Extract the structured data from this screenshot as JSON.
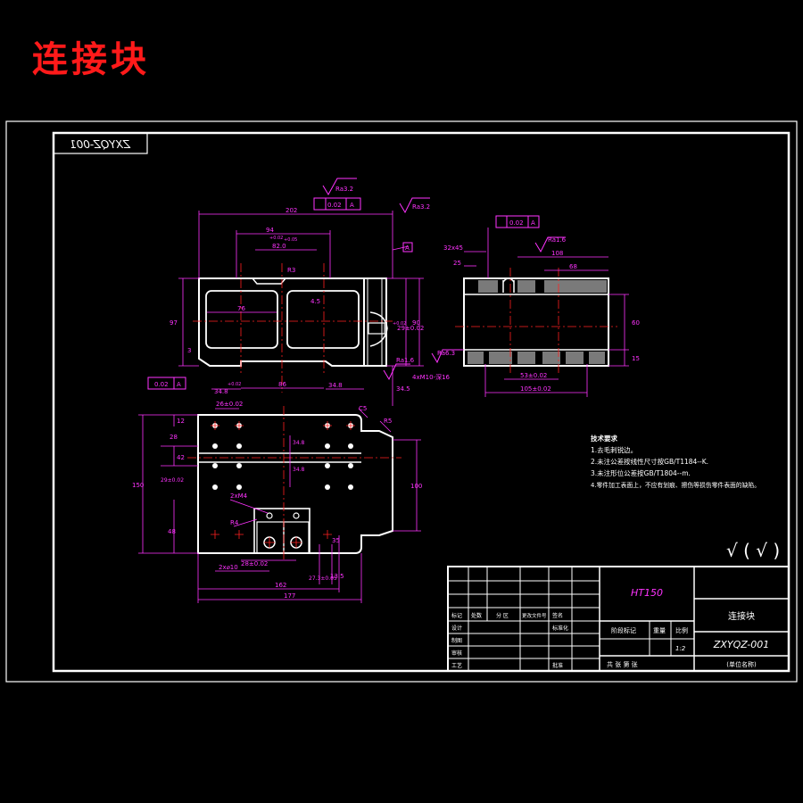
{
  "title": "连接块",
  "sheet": {
    "code_mirrored": "ZXYQZ-001"
  },
  "views": {
    "front": {
      "dims": [
        "202",
        "94",
        "82.0",
        "R3",
        "76",
        "4.5",
        "97",
        "3",
        "86",
        "34.8",
        "34.8",
        "29±0.02",
        "90",
        "34.5",
        "4xM10-深16",
        "Ra3.2",
        "Ra3.2",
        "Ra1.6",
        "0.02",
        "A",
        "A",
        "0.02",
        "A",
        "+0.02",
        "+0.05",
        "+0.02",
        "+0.02"
      ]
    },
    "side": {
      "dims": [
        "0.02",
        "A",
        "Ra1.6",
        "32x45",
        "108",
        "68",
        "25",
        "Ra6.3",
        "53±0.02",
        "105±0.02",
        "60",
        "15"
      ]
    },
    "top": {
      "dims": [
        "26±0.02",
        "C5",
        "R5",
        "12",
        "28",
        "42",
        "150",
        "29±0.02",
        "100",
        "2xM4",
        "R4",
        "48",
        "2x⌀10",
        "28±0.02",
        "162",
        "177",
        "27.3±0.05",
        "13.5",
        "34.8",
        "34.8",
        "35"
      ]
    }
  },
  "tech_requirements": {
    "heading": "技术要求",
    "items": [
      "1.去毛刺锐边。",
      "2.未注公差按线性尺寸按GB/T1184--K.",
      "3.未注形位公差按GB/T1804--m.",
      "4.零件加工表面上，不应有划痕、擦伤等损伤零件表面的缺陷。"
    ]
  },
  "roughness_note": "√ ( √ )",
  "title_block": {
    "material": "HT150",
    "part_name": "连接块",
    "drawing_no": "ZXYQZ-001",
    "scale_label": "比例",
    "scale": "1:2",
    "weight_label": "重量",
    "stage_label": "阶段标记",
    "sheet_label": "共  张 第  张",
    "org_label": "(单位名称)",
    "row_labels": [
      "标记",
      "处数",
      "分 区",
      "更改文件号",
      "签名"
    ],
    "side_labels": [
      "设计",
      "制图",
      "审核",
      "工艺"
    ],
    "std_label": "标准化",
    "approve_label": "批准"
  },
  "colors": {
    "line": "#ffffff",
    "dim": "#ff33ff",
    "center": "#ff2020",
    "title": "#ff1a1a"
  }
}
